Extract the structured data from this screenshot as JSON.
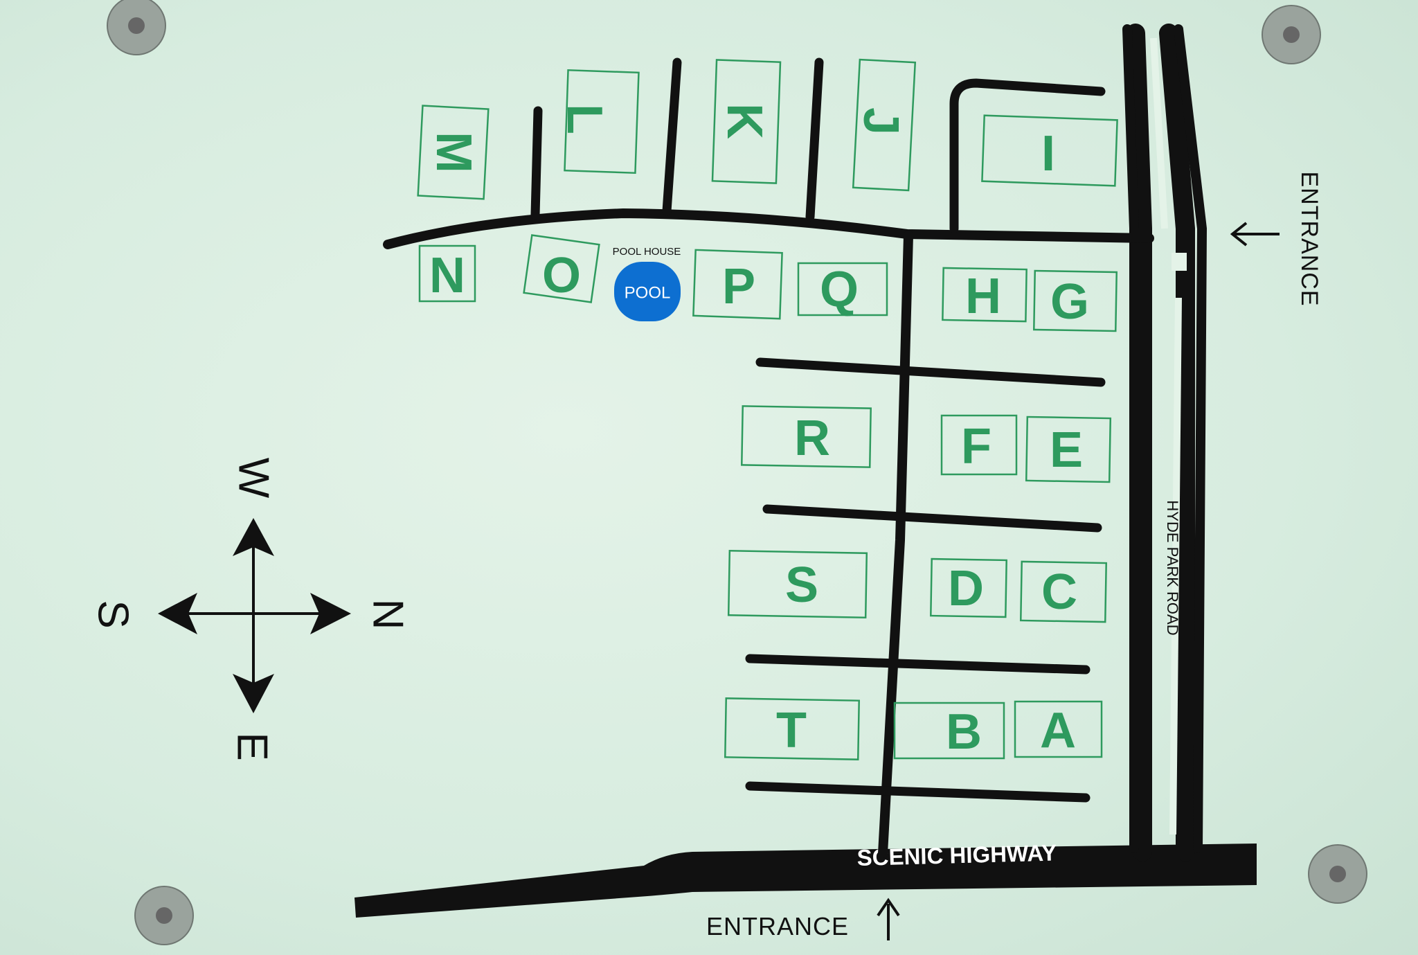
{
  "map": {
    "buildings": [
      "A",
      "B",
      "C",
      "D",
      "E",
      "F",
      "G",
      "H",
      "I",
      "J",
      "K",
      "L",
      "M",
      "N",
      "O",
      "P",
      "Q",
      "R",
      "S",
      "T"
    ],
    "pool": {
      "house_label": "POOL HOUSE",
      "label": "POOL"
    },
    "roads": {
      "scenic_highway": "SCENIC HIGHWAY",
      "hyde_park_road": "HYDE PARK ROAD"
    },
    "entrances": {
      "south": "ENTRANCE",
      "east": "ENTRANCE"
    },
    "compass": {
      "north": "N",
      "south": "S",
      "east": "E",
      "west": "W"
    },
    "colors": {
      "building_green": "#2e9a5e",
      "pool_blue": "#0d6fd1",
      "road": "#111111",
      "sign_background": "#d7ecdf"
    }
  }
}
